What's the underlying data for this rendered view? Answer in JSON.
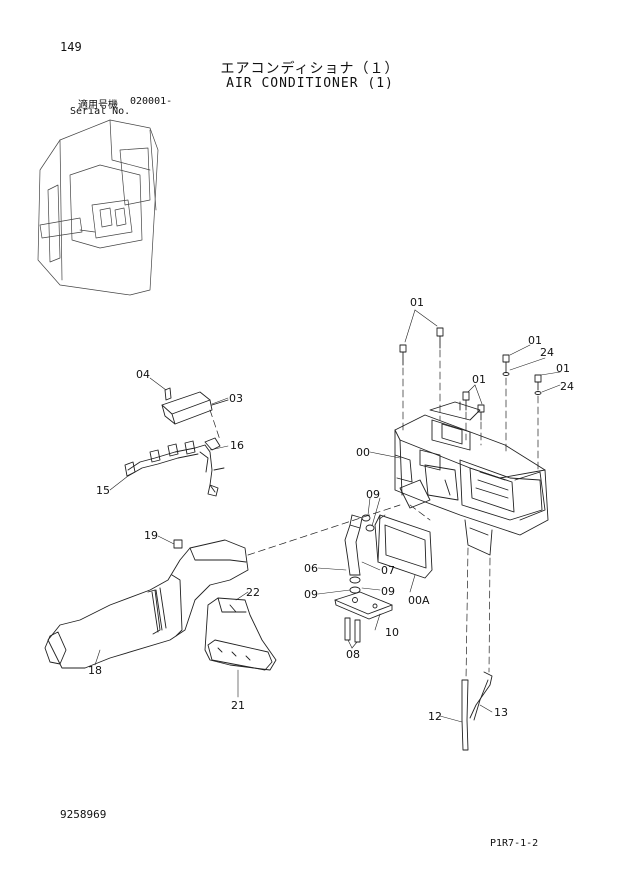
{
  "page": {
    "number": "149",
    "title_jp": "エアコンディショナ（１）",
    "title_en": "AIR CONDITIONER (1)",
    "serial_label_jp": "適用号機",
    "serial_value": "020001-",
    "serial_label_en": "Serial No.",
    "document_number": "9258969",
    "figure_code": "P1R7-1-2"
  },
  "callouts": [
    {
      "id": "c01a",
      "text": "01"
    },
    {
      "id": "c01b",
      "text": "01"
    },
    {
      "id": "c24a",
      "text": "24"
    },
    {
      "id": "c01c",
      "text": "01"
    },
    {
      "id": "c24b",
      "text": "24"
    },
    {
      "id": "c01d",
      "text": "01"
    },
    {
      "id": "c04",
      "text": "04"
    },
    {
      "id": "c03",
      "text": "03"
    },
    {
      "id": "c16",
      "text": "16"
    },
    {
      "id": "c15",
      "text": "15"
    },
    {
      "id": "c00",
      "text": "00"
    },
    {
      "id": "c09a",
      "text": "09"
    },
    {
      "id": "c19",
      "text": "19"
    },
    {
      "id": "c06",
      "text": "06"
    },
    {
      "id": "c07",
      "text": "07"
    },
    {
      "id": "c09b",
      "text": "09"
    },
    {
      "id": "c09c",
      "text": "09"
    },
    {
      "id": "c00A",
      "text": "00A"
    },
    {
      "id": "c22",
      "text": "22"
    },
    {
      "id": "c10",
      "text": "10"
    },
    {
      "id": "c08",
      "text": "08"
    },
    {
      "id": "c18",
      "text": "18"
    },
    {
      "id": "c21",
      "text": "21"
    },
    {
      "id": "c12",
      "text": "12"
    },
    {
      "id": "c13",
      "text": "13"
    }
  ]
}
